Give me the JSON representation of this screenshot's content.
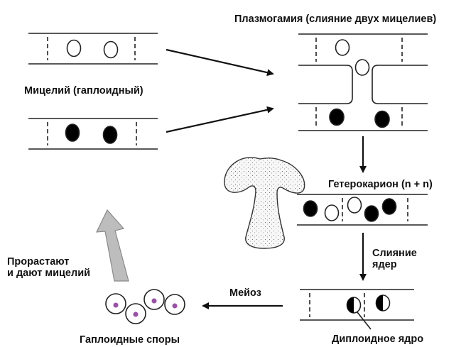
{
  "labels": {
    "plasmogamy": "Плазмогамия (слияние двух мицелиев)",
    "mycelium": "Мицелий (гаплоидный)",
    "heterokaryon": "Гетерокарион (n + n)",
    "fusion_line1": "Слияние",
    "fusion_line2": "ядер",
    "meiosis": "Мейоз",
    "sprout_line1": "Прорастают",
    "sprout_line2": "и дают мицелий",
    "spores": "Гаплоидные споры",
    "diploid": "Диплоидное ядро"
  },
  "colors": {
    "line": "#222222",
    "nucleus_dark": "#000000",
    "spore_dot": "#9b4fa8",
    "mushroom_fill": "#f3f3f3",
    "return_arrow": "#bdbdbd"
  }
}
